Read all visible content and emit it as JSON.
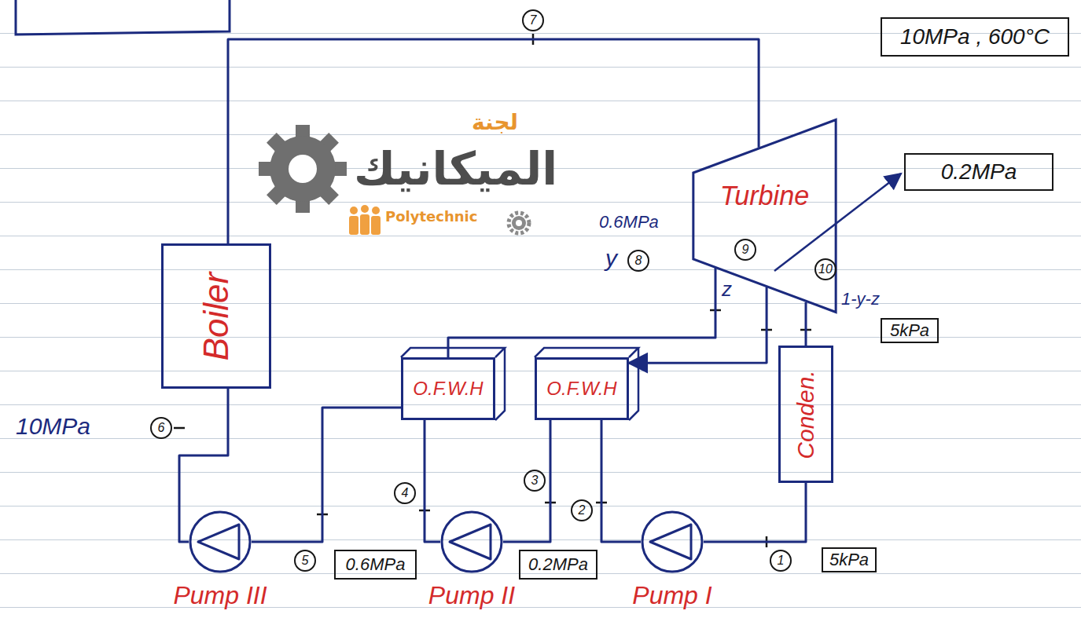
{
  "diagram": {
    "nodes": [
      {
        "text": [
          "10MPa , 600°C"
        ]
      },
      {
        "text": [
          "Boiler"
        ]
      },
      {
        "text": [
          "Turbine"
        ]
      },
      {
        "text": [
          "0.2MPa"
        ]
      },
      {
        "text": [
          "Conden."
        ]
      },
      {
        "text": [
          "5kPa"
        ]
      },
      {
        "text": [
          "O.F.W.H"
        ]
      },
      {
        "text": [
          "O.F.W.H"
        ]
      },
      {
        "text": [
          "Pump III"
        ]
      },
      {
        "text": [
          "0.6MPa"
        ]
      },
      {
        "text": [
          "Pump II"
        ]
      },
      {
        "text": [
          "0.2MPa"
        ]
      },
      {
        "text": [
          "Pump I"
        ]
      },
      {
        "text": [
          "5kPa"
        ]
      }
    ],
    "edges": [
      {
        "from": 1,
        "to": 2,
        "arrow": "none"
      },
      {
        "from": 2,
        "to": 6,
        "arrow": "none"
      },
      {
        "from": 2,
        "to": 7,
        "arrow": "to"
      },
      {
        "from": 2,
        "to": 4,
        "arrow": "none"
      },
      {
        "from": 4,
        "to": 12,
        "arrow": "none"
      },
      {
        "from": 12,
        "to": 7,
        "arrow": "none"
      },
      {
        "from": 7,
        "to": 10,
        "arrow": "none"
      },
      {
        "from": 10,
        "to": 6,
        "arrow": "none"
      },
      {
        "from": 6,
        "to": 8,
        "arrow": "none"
      },
      {
        "from": 8,
        "to": 1,
        "arrow": "none"
      }
    ],
    "labels": [
      "7",
      "0.6MPa",
      "y",
      "8",
      "z",
      "9",
      "10",
      "1-y-z",
      "10MPa",
      "6",
      "5",
      "4",
      "3",
      "2",
      "1",
      "لجنة",
      "الميكانيك",
      "Polytechnic"
    ]
  }
}
